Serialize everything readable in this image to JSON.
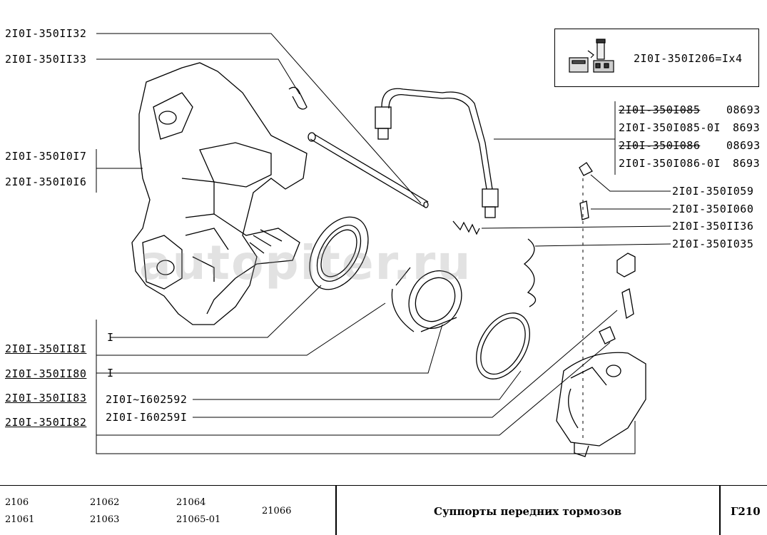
{
  "labels_left": {
    "part_32": "2I0I-350II32",
    "part_33": "2I0I-350II33",
    "part_17": "2I0I-350I0I7",
    "part_16": "2I0I-350I0I6",
    "part_81": "2I0I-350II8I",
    "part_80": "2I0I-350II80",
    "part_83": "2I0I-350II83",
    "part_82": "2I0I-350II82"
  },
  "labels_mid": {
    "qty_1a": "I",
    "qty_1b": "I",
    "part_592": "2I0I~I602592",
    "part_591": "2I0I-I60259I"
  },
  "labels_right": {
    "hose_1": {
      "part": "2I0I-350I085",
      "code": "08693"
    },
    "hose_2": {
      "part": "2I0I-350I085-0I",
      "code": "8693"
    },
    "hose_3": {
      "part": "2I0I-350I086",
      "code": "08693"
    },
    "hose_4": {
      "part": "2I0I-350I086-0I",
      "code": "8693"
    },
    "part_59": "2I0I-350I059",
    "part_60": "2I0I-350I060",
    "part_36": "2I0I-350II36",
    "part_35": "2I0I-350I035"
  },
  "inset": {
    "text": "2I0I-350I206=Ix4"
  },
  "watermark": "autopiter.ru",
  "footer": {
    "models": [
      "2106",
      "21061",
      "21062",
      "21063",
      "21064",
      "21065-01",
      "21066"
    ],
    "title": "Суппорты передних тормозов",
    "page": "Г210"
  }
}
